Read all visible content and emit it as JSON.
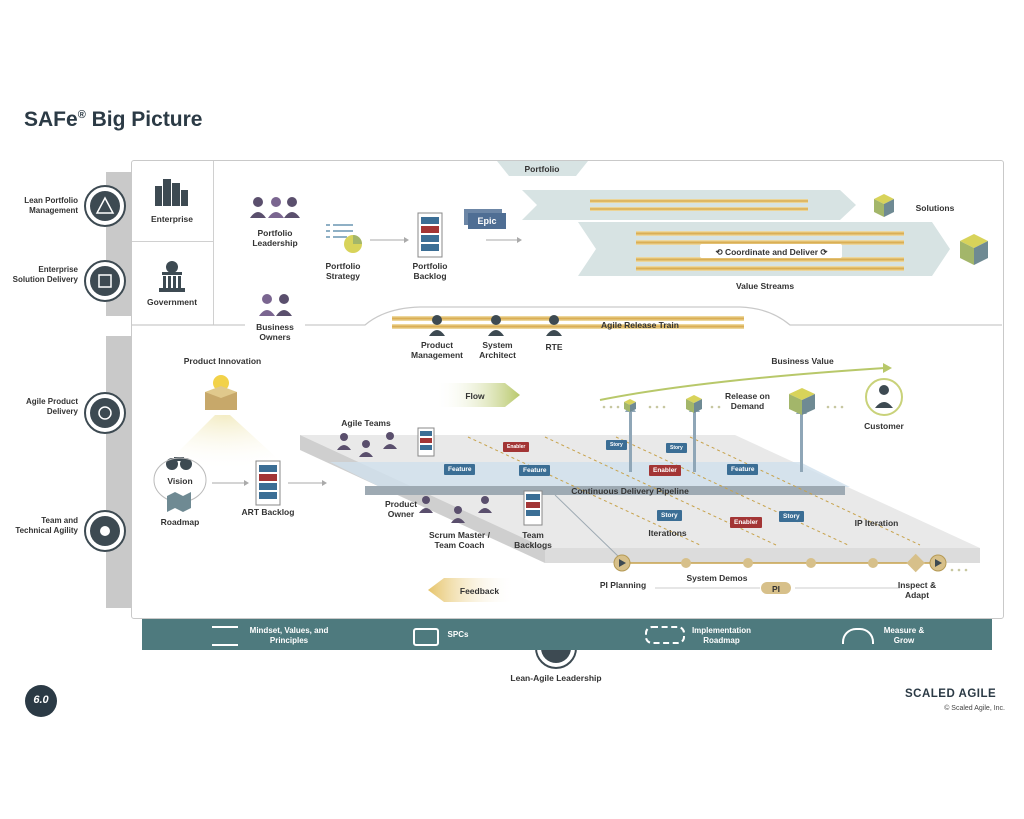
{
  "title": "SAFe",
  "title_mark": "®",
  "title_suffix": " Big Picture",
  "left_labels": {
    "lean_portfolio": "Lean Portfolio Management",
    "enterprise_solution": "Enterprise Solution Delivery",
    "agile_product": "Agile Product Delivery",
    "team_technical": "Team and Technical Agility"
  },
  "portfolio": {
    "enterprise": "Enterprise",
    "government": "Government",
    "portfolio_leadership": "Portfolio Leadership",
    "portfolio_strategy": "Portfolio Strategy",
    "portfolio_backlog": "Portfolio Backlog",
    "epic": "Epic",
    "portfolio_banner": "Portfolio",
    "solutions": "Solutions",
    "coordinate": "Coordinate and Deliver",
    "value_streams": "Value Streams",
    "business_owners": "Business Owners"
  },
  "art": {
    "agile_release_train": "Agile Release Train",
    "product_management": "Product Management",
    "system_architect": "System Architect",
    "rte": "RTE",
    "product_innovation": "Product Innovation",
    "vision": "Vision",
    "roadmap": "Roadmap",
    "art_backlog": "ART Backlog",
    "flow": "Flow",
    "feedback": "Feedback",
    "business_value": "Business Value",
    "release_on_demand": "Release on Demand",
    "customer": "Customer",
    "agile_teams": "Agile Teams",
    "product_owner": "Product Owner",
    "scrum_master": "Scrum Master / Team Coach",
    "team_backlogs": "Team Backlogs",
    "cdp": "Continuous Delivery Pipeline",
    "iterations": "Iterations",
    "ip_iteration": "IP Iteration",
    "pi_planning": "PI Planning",
    "system_demos": "System Demos",
    "pi": "PI",
    "inspect_adapt": "Inspect & Adapt",
    "feature": "Feature",
    "enabler": "Enabler",
    "story": "Story"
  },
  "footer": {
    "mindset": "Mindset, Values, and Principles",
    "spcs": "SPCs",
    "implementation": "Implementation Roadmap",
    "measure": "Measure & Grow",
    "lean_agile": "Lean-Agile Leadership"
  },
  "version": "6.0",
  "brand": "SCALED AGILE",
  "copyright": "© Scaled Agile, Inc.",
  "colors": {
    "dark": "#3d4a52",
    "teal": "#4e7a7e",
    "gold": "#d7b76a",
    "blue_tag": "#3b6e95",
    "red_tag": "#a33535",
    "green_arrow": "#b8c86a"
  }
}
